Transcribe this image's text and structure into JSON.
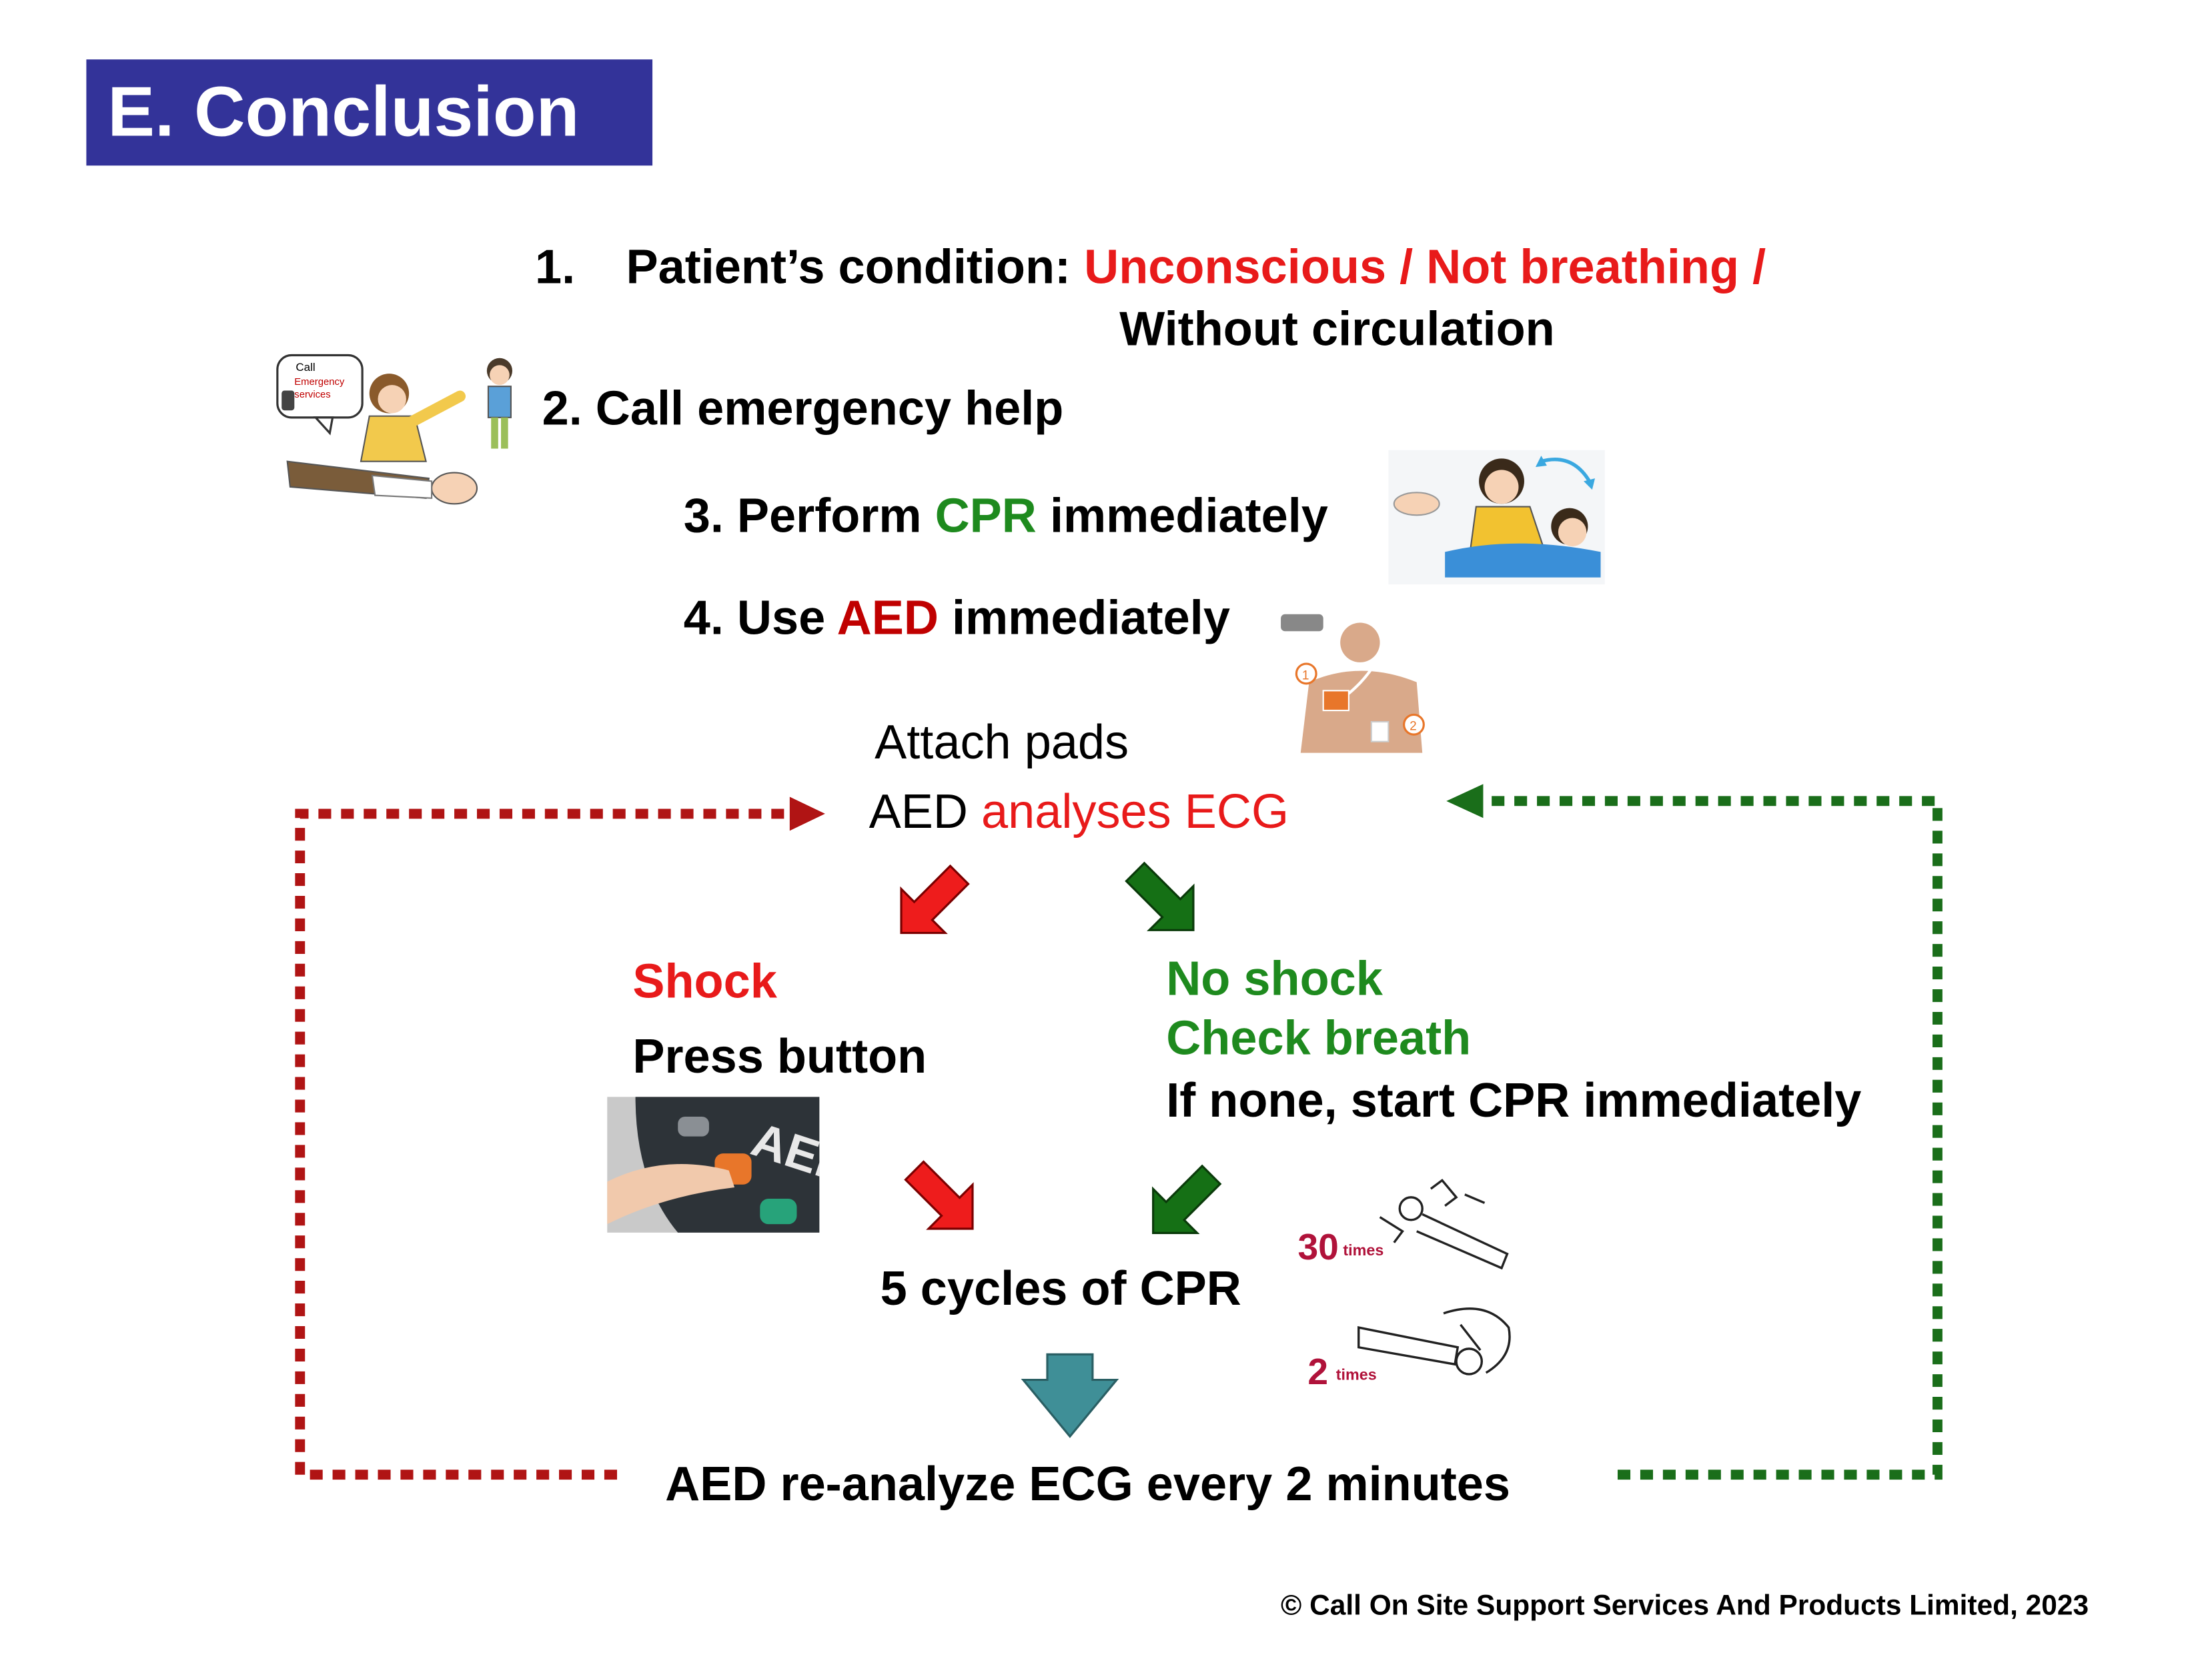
{
  "title": "E. Conclusion",
  "steps": {
    "step1": {
      "prefix": "1.",
      "label": "Patient’s condition: ",
      "condition": "Unconscious / Not breathing /",
      "condition_line2": "Without circulation"
    },
    "step2": {
      "text": "2. Call emergency help"
    },
    "step3": {
      "prefix": "3. Perform ",
      "highlight": "CPR",
      "suffix": " immediately"
    },
    "step4": {
      "prefix": "4. Use ",
      "highlight": "AED",
      "suffix": " immediately"
    }
  },
  "flow": {
    "attach": "Attach pads",
    "analyse_prefix": "AED ",
    "analyse_highlight": "analyses ECG",
    "shock": "Shock",
    "press": "Press button",
    "no_shock": "No shock",
    "check": "Check breath",
    "if_none": "If none, start CPR immediately",
    "cycles": "5 cycles of CPR",
    "reanalyze": "AED re-analyze ECG every 2 minutes"
  },
  "illustrations": {
    "call_bubble_line1": "Call",
    "call_bubble_line2": "Emergency",
    "call_bubble_line3": "services",
    "compressions_count": "30",
    "compressions_unit": "times",
    "breaths_count": "2",
    "breaths_unit": "times",
    "aed_label": "AED"
  },
  "copyright": "© Call On Site Support Services And Products Limited, 2023",
  "colors": {
    "title_bg": "#333399",
    "red": "#e81a1a",
    "green": "#1e8a1e",
    "dark_red_loop": "#b01414",
    "dark_green_loop": "#1a6e1a",
    "teal_arrow": "#3f8f97"
  }
}
